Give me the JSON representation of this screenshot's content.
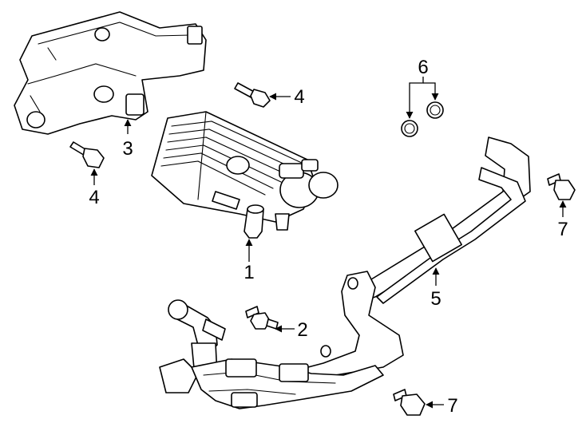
{
  "callouts": [
    {
      "id": "1",
      "label": "1"
    },
    {
      "id": "2",
      "label": "2"
    },
    {
      "id": "3",
      "label": "3"
    },
    {
      "id": "4a",
      "label": "4"
    },
    {
      "id": "4b",
      "label": "4"
    },
    {
      "id": "5",
      "label": "5"
    },
    {
      "id": "6",
      "label": "6"
    },
    {
      "id": "7a",
      "label": "7"
    },
    {
      "id": "7b",
      "label": "7"
    }
  ]
}
